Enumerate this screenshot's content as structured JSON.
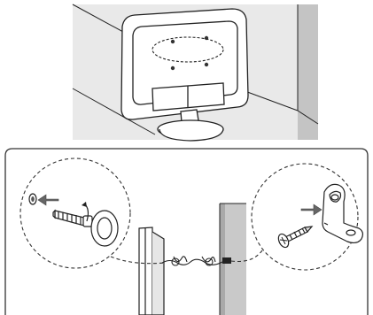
{
  "colors": {
    "line": "#222222",
    "room_back": "#e9e9e9",
    "room_side": "#c4c4c4",
    "tv_body": "#ffffff",
    "wall": "#c9c9c9",
    "wall_shade": "#a9a9a9",
    "dashed": "#555555"
  },
  "illustration": {
    "top_panel": "tv-back-view-in-room-corner",
    "bottom_panel": "wall-securing-hardware-detail",
    "left_callout": "eye-bolt-into-tv-back",
    "right_callout": "wall-bracket-with-screw"
  }
}
